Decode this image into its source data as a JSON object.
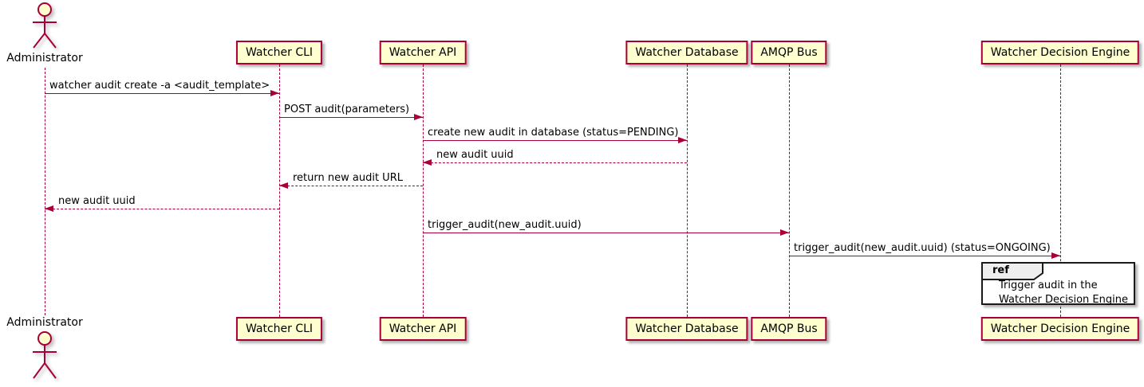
{
  "diagram_type": "uml-sequence",
  "colors": {
    "accent": "#A80036",
    "participant_fill": "#FEFECE",
    "ref_header_fill": "#EEEEEE",
    "ref_border": "#1A1A1A",
    "text": "#000000",
    "background": "#FFFFFF"
  },
  "participants": [
    {
      "id": "administrator",
      "label": "Administrator",
      "type": "actor"
    },
    {
      "id": "watcher-cli",
      "label": "Watcher CLI",
      "type": "participant"
    },
    {
      "id": "watcher-api",
      "label": "Watcher API",
      "type": "participant"
    },
    {
      "id": "watcher-database",
      "label": "Watcher Database",
      "type": "participant"
    },
    {
      "id": "amqp-bus",
      "label": "AMQP Bus",
      "type": "participant"
    },
    {
      "id": "watcher-decision-engine",
      "label": "Watcher Decision Engine",
      "type": "participant"
    }
  ],
  "messages": [
    {
      "from": "Administrator",
      "to": "Watcher CLI",
      "label": "watcher audit create -a <audit_template>",
      "line": "solid"
    },
    {
      "from": "Watcher CLI",
      "to": "Watcher API",
      "label": "POST audit(parameters)",
      "line": "solid"
    },
    {
      "from": "Watcher API",
      "to": "Watcher Database",
      "label": "create new audit in database (status=PENDING)",
      "line": "solid"
    },
    {
      "from": "Watcher Database",
      "to": "Watcher API",
      "label": "new audit uuid",
      "line": "dashed"
    },
    {
      "from": "Watcher API",
      "to": "Watcher CLI",
      "label": "return new audit URL",
      "line": "dashed"
    },
    {
      "from": "Watcher CLI",
      "to": "Administrator",
      "label": "new audit uuid",
      "line": "dashed"
    },
    {
      "from": "Watcher API",
      "to": "AMQP Bus",
      "label": "trigger_audit(new_audit.uuid)",
      "line": "solid"
    },
    {
      "from": "AMQP Bus",
      "to": "Watcher Decision Engine",
      "label": "trigger_audit(new_audit.uuid) (status=ONGOING)",
      "line": "solid"
    }
  ],
  "ref_fragment": {
    "keyword": "ref",
    "over": "Watcher Decision Engine",
    "text_lines": [
      "Trigger audit in the",
      "Watcher Decision Engine"
    ]
  }
}
